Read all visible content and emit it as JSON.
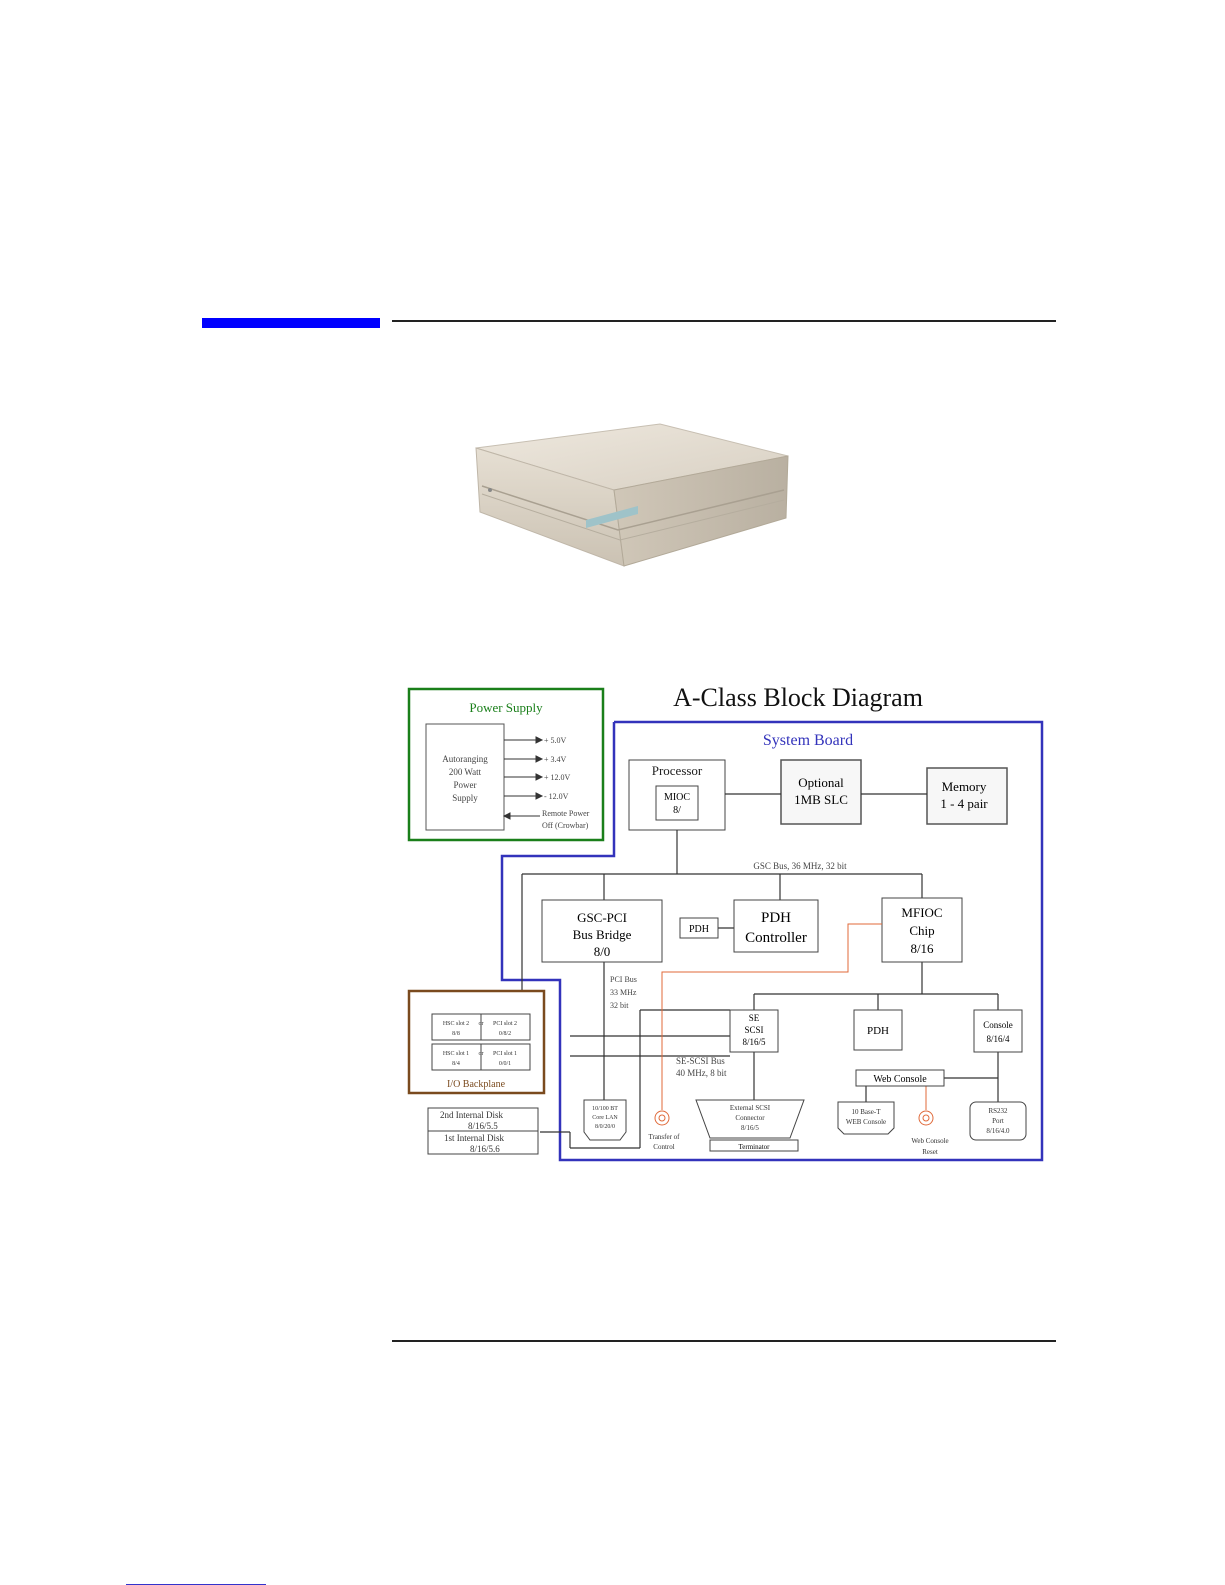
{
  "diagram": {
    "title": "A-Class Block Diagram",
    "power_supply": {
      "title": "Power Supply",
      "box_lines": [
        "Autoranging",
        "200 Watt",
        "Power",
        "Supply"
      ],
      "outputs": [
        "+ 5.0V",
        "+ 3.4V",
        "+ 12.0V",
        "- 12.0V"
      ],
      "remote_lines": [
        "Remote Power",
        "Off (Crowbar)"
      ]
    },
    "system_board": {
      "title": "System Board",
      "processor": "Processor",
      "mioc": [
        "MIOC",
        "8/"
      ],
      "slc": [
        "Optional",
        "1MB SLC"
      ],
      "memory": [
        "Memory",
        "1 - 4 pair"
      ],
      "gsc_bus": "GSC Bus, 36 MHz, 32 bit",
      "gsc_pci": [
        "GSC-PCI",
        "Bus Bridge",
        "8/0"
      ],
      "pdh_small": "PDH",
      "pdh_controller": [
        "PDH",
        "Controller"
      ],
      "mfioc": [
        "MFIOC",
        "Chip",
        "8/16"
      ],
      "pci_bus": [
        "PCI Bus",
        "33 MHz",
        "32 bit"
      ],
      "se_scsi": [
        "SE",
        "SCSI",
        "8/16/5"
      ],
      "pdh2": "PDH",
      "console": [
        "Console",
        "8/16/4"
      ],
      "se_scsi_bus": [
        "SE-SCSI Bus",
        "40 MHz, 8 bit"
      ],
      "web_console": "Web Console",
      "lan": [
        "10/100 BT",
        "Core LAN",
        "8/0/20/0"
      ],
      "ext_scsi": [
        "External SCSI",
        "Connector",
        "8/16/5"
      ],
      "terminator": "Terminator",
      "tenbaset": [
        "10 Base-T",
        "WEB Console"
      ],
      "rs232": [
        "RS232",
        "Port",
        "8/16/4.0"
      ],
      "toc": [
        "Transfer of",
        "Control"
      ],
      "wc_reset": [
        "Web Console",
        "Reset"
      ]
    },
    "io_backplane": {
      "title": "I/O Backplane",
      "slots": [
        {
          "left": [
            "HSC slot 2",
            "8/8"
          ],
          "right": [
            "PCI slot 2",
            "0/8/2"
          ]
        },
        {
          "left": [
            "HSC slot 1",
            "8/4"
          ],
          "right": [
            "PCI slot 1",
            "0/0/1"
          ]
        }
      ],
      "or_label": "or"
    },
    "disks": [
      [
        "2nd Internal Disk",
        "8/16/5.5"
      ],
      [
        "1st Internal Disk",
        "8/16/5.6"
      ]
    ]
  },
  "colors": {
    "accent_blue": "#0000ff",
    "power_green": "#1a7f1a",
    "board_blue": "#3333bb",
    "backplane_brown": "#7a4a1e",
    "control_orange": "#e06a3a"
  }
}
